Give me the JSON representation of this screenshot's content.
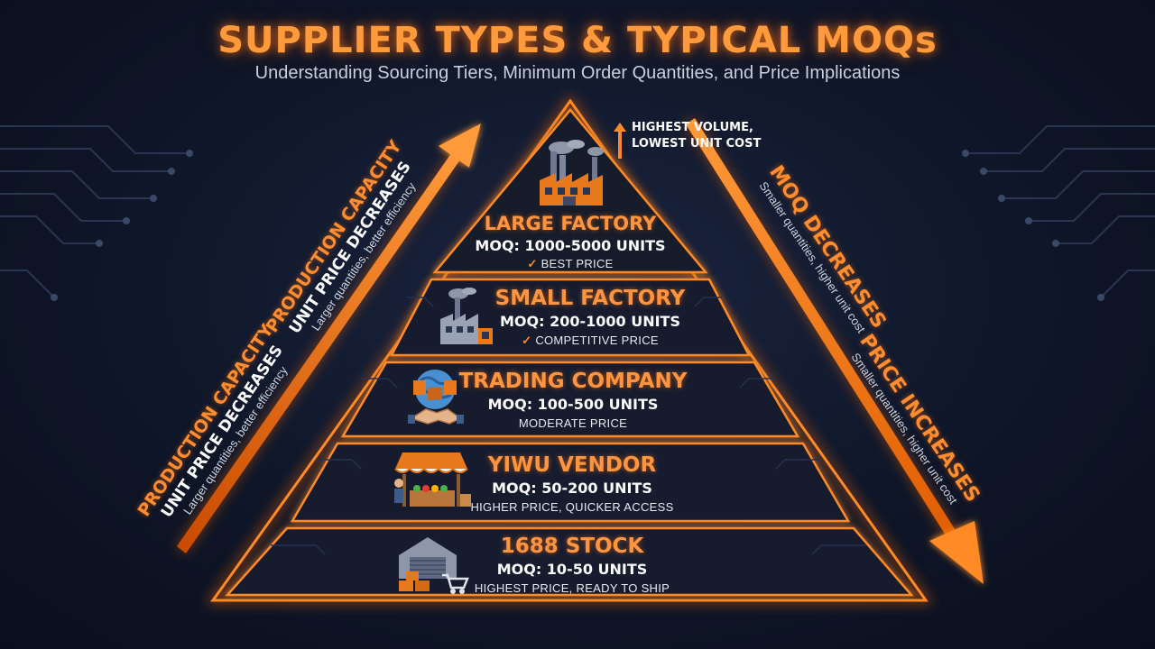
{
  "title": "SUPPLIER TYPES & TYPICAL MOQs",
  "subtitle": "Understanding Sourcing Tiers, Minimum Order Quantities, and Price Implications",
  "peak_note": {
    "line1": "HIGHEST VOLUME,",
    "line2": "LOWEST UNIT COST"
  },
  "tiers": [
    {
      "name": "LARGE FACTORY",
      "moq": "MOQ: 1000-5000 UNITS",
      "price": "BEST PRICE",
      "check": "✓",
      "icon": "factory-large-icon"
    },
    {
      "name": "SMALL FACTORY",
      "moq": "MOQ: 200-1000 UNITS",
      "price": "COMPETITIVE PRICE",
      "check": "✓",
      "icon": "factory-small-icon"
    },
    {
      "name": "TRADING COMPANY",
      "moq": "MOQ: 100-500 UNITS",
      "price": "MODERATE PRICE",
      "check": "",
      "icon": "globe-handshake-icon"
    },
    {
      "name": "YIWU VENDOR",
      "moq": "MOQ: 50-200 UNITS",
      "price": "HIGHER PRICE, QUICKER ACCESS",
      "check": "",
      "icon": "market-stall-icon"
    },
    {
      "name": "1688 STOCK",
      "moq": "MOQ: 10-50 UNITS",
      "price": "HIGHEST PRICE, READY TO SHIP",
      "check": "",
      "icon": "warehouse-cart-icon"
    }
  ],
  "left_labels": [
    {
      "line1": "PRODUCTION CAPACITY",
      "line2": "UNIT PRICE DECREASES",
      "line3": "Larger quantities, better efficiency"
    },
    {
      "line1": "PRODUCTION CAPACITY",
      "line2": "UNIT PRICE DECREASES",
      "line3": "Larger quantities, better efficiency"
    }
  ],
  "right_labels": [
    {
      "line1": "MOQ DECREASES",
      "line3": "Smaller quantities, higher unit cost"
    },
    {
      "line1": "PRICE INCREASES",
      "line3": "Smaller quantities, higher unit cost"
    }
  ],
  "colors": {
    "accent": "#ff8a25",
    "glow": "#ff6a00",
    "band_fill": "#141b2c",
    "background": "#0f1628"
  }
}
